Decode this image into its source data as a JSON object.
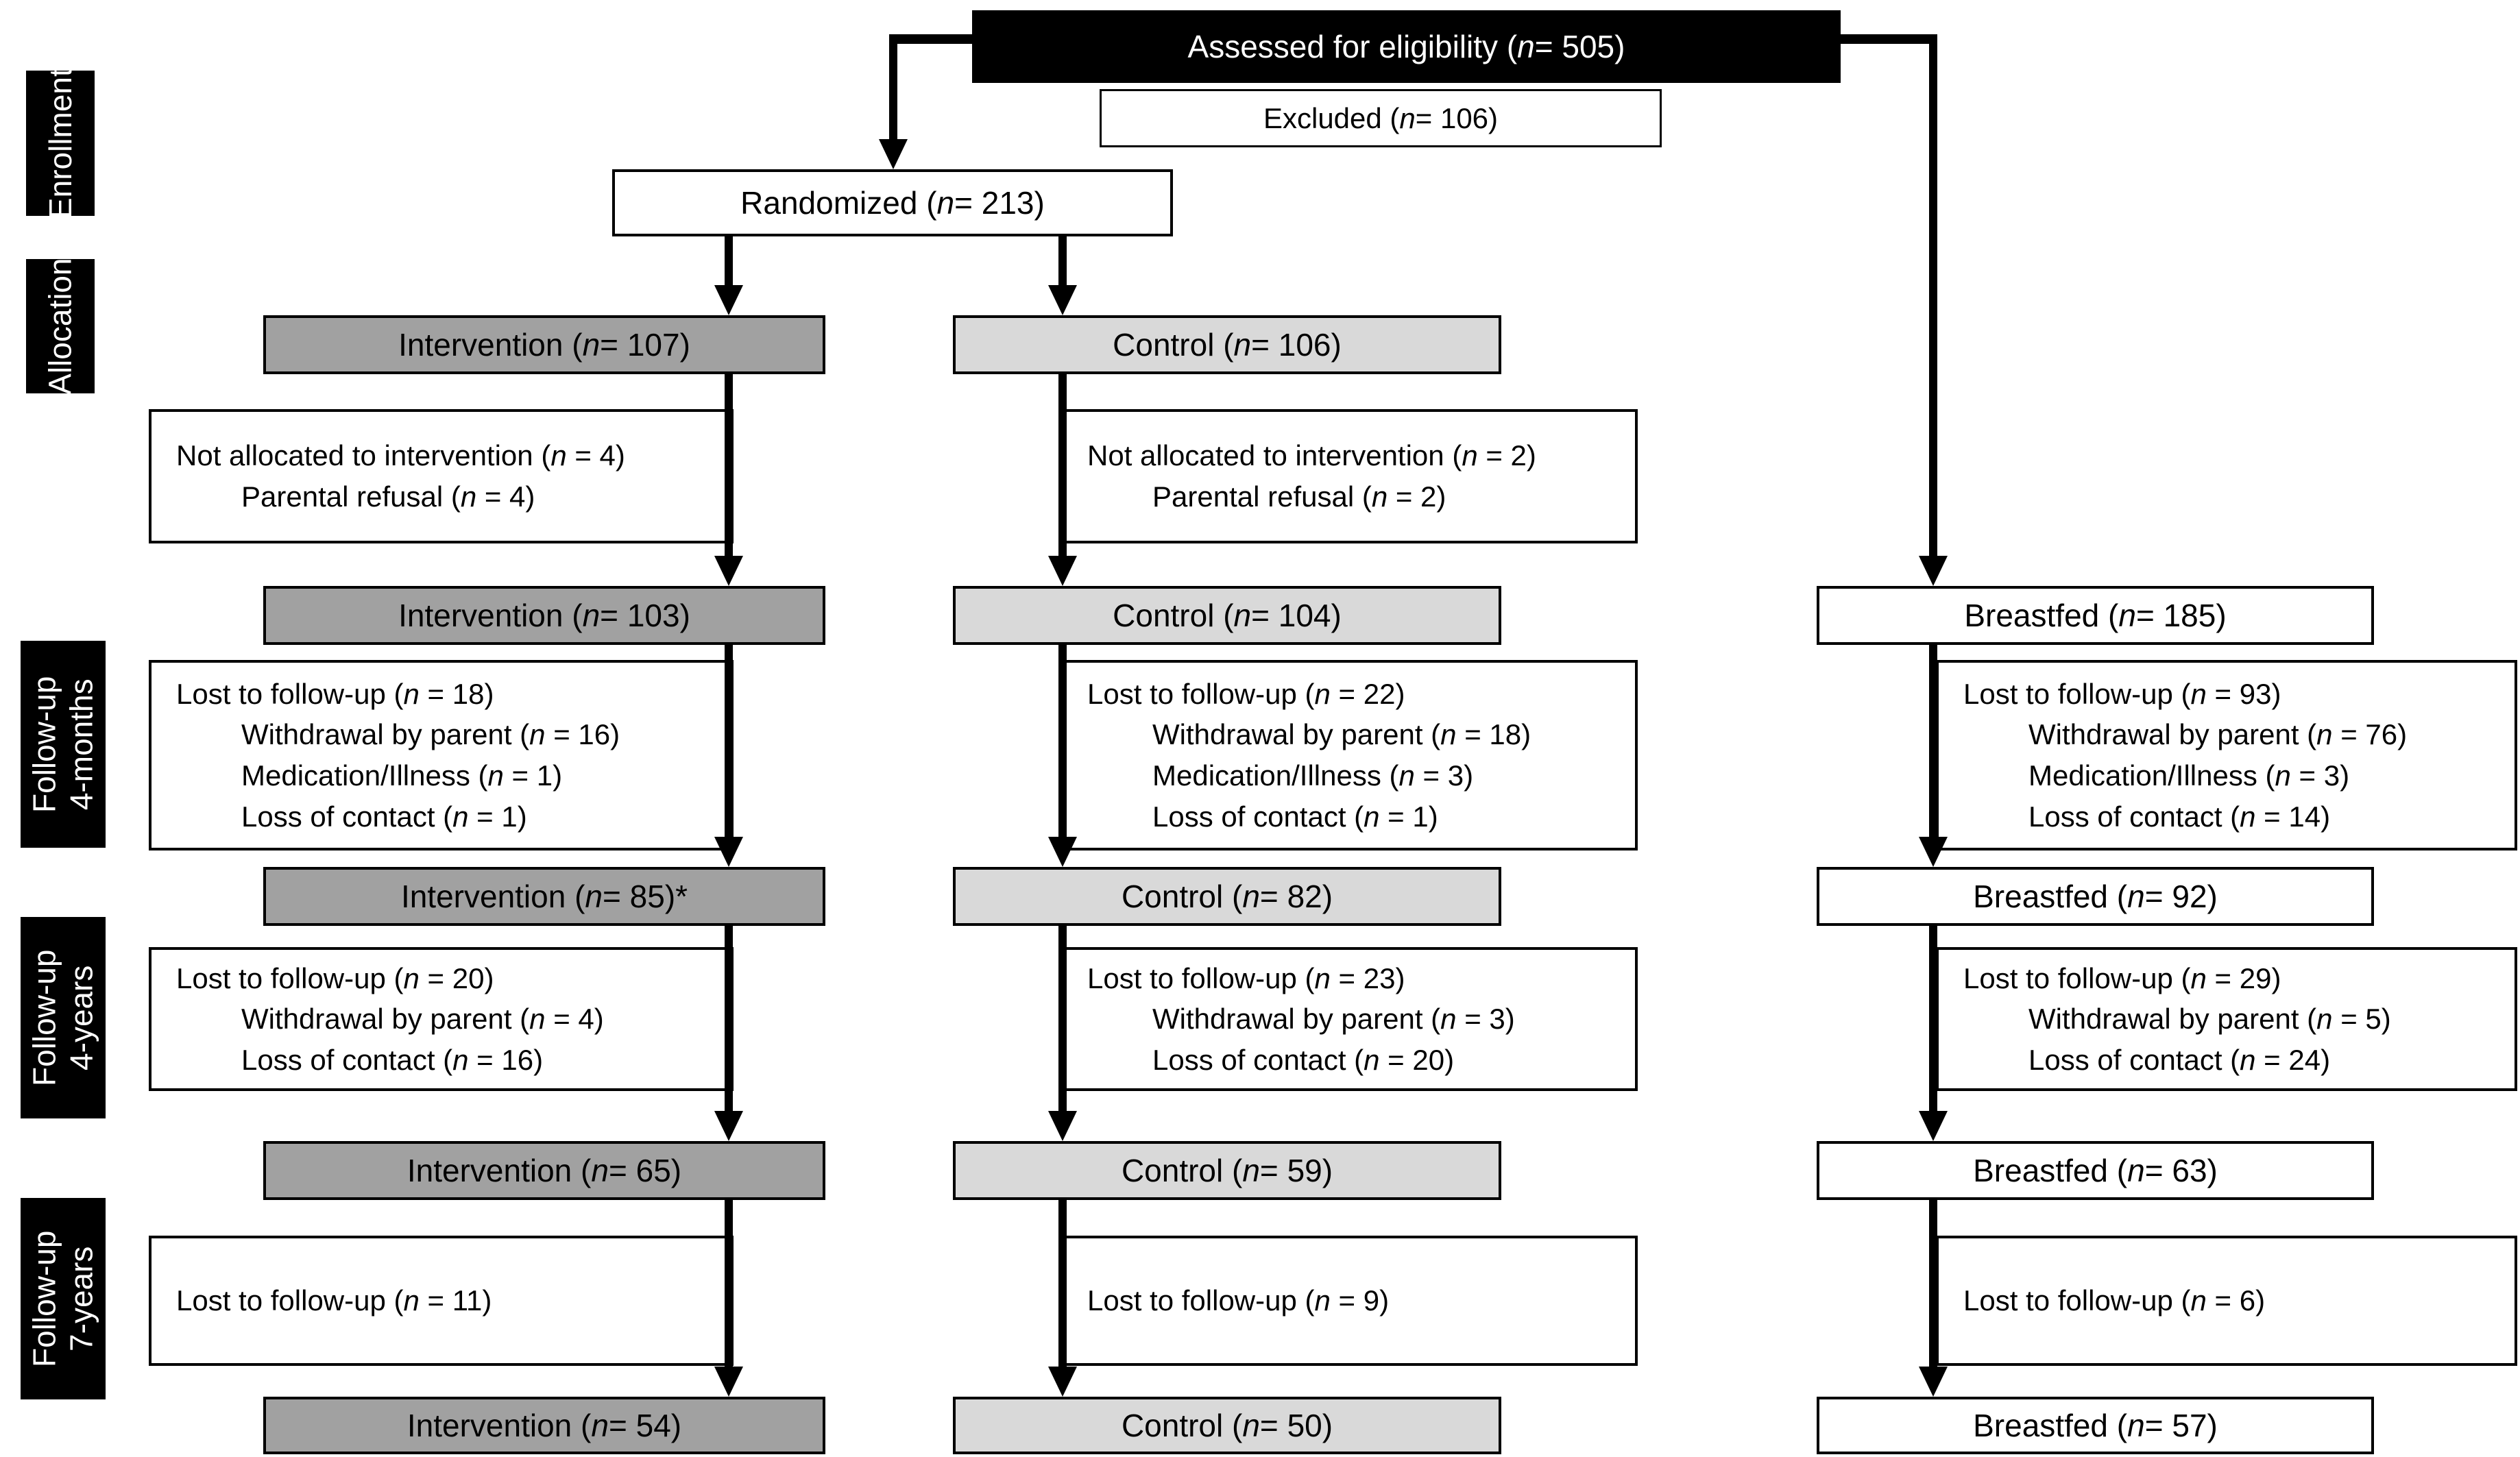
{
  "figure": {
    "kind": "participant-flow-diagram",
    "stages": [
      {
        "line1": "Enrollment",
        "line2": ""
      },
      {
        "line1": "Allocation",
        "line2": ""
      },
      {
        "line1": "Follow-up",
        "line2": "4-months"
      },
      {
        "line1": "Follow-up",
        "line2": "4-years"
      },
      {
        "line1": "Follow-up",
        "line2": "7-years"
      }
    ],
    "enrollment": {
      "assessed": "Assessed for eligibility (n = 505)",
      "excluded": "Excluded (n = 106)",
      "randomized": "Randomized (n = 213)"
    },
    "intervention": {
      "allocated": "Intervention (n = 107)",
      "not_allocated": [
        "Not allocated to intervention  (n = 4)",
        "Parental refusal (n = 4)"
      ],
      "after_allocation": "Intervention (n = 103)",
      "lost_4m": [
        "Lost to follow-up  (n = 18)",
        "Withdrawal by parent (n = 16)",
        "Medication/Illness  (n = 1)",
        "Loss of contact  (n = 1)"
      ],
      "after_4m": "Intervention (n = 85)*",
      "lost_4y": [
        "Lost to follow-up  (n = 20)",
        "Withdrawal by parent (n = 4)",
        "Loss of contact  (n = 16)"
      ],
      "after_4y": "Intervention (n = 65)",
      "lost_7y": [
        "Lost to follow-up  (n = 11)"
      ],
      "after_7y": "Intervention (n = 54)"
    },
    "control": {
      "allocated": "Control (n = 106)",
      "not_allocated": [
        "Not allocated to intervention  (n = 2)",
        "Parental refusal (n = 2)"
      ],
      "after_allocation": "Control (n = 104)",
      "lost_4m": [
        "Lost to follow-up  (n = 22)",
        "Withdrawal by parent (n = 18)",
        "Medication/Illness  (n = 3)",
        "Loss of contact  (n = 1)"
      ],
      "after_4m": "Control (n = 82)",
      "lost_4y": [
        "Lost to follow-up  (n = 23)",
        "Withdrawal by parent (n = 3)",
        "Loss of contact  (n = 20)"
      ],
      "after_4y": "Control (n = 59)",
      "lost_7y": [
        "Lost to follow-up  (n = 9)"
      ],
      "after_7y": "Control (n = 50)"
    },
    "breastfed": {
      "entered": "Breastfed (n = 185)",
      "lost_4m": [
        "Lost to follow-up  (n = 93)",
        "Withdrawal by parent (n = 76)",
        "Medication/Illness  (n = 3)",
        "Loss of contact  (n = 14)"
      ],
      "after_4m": "Breastfed (n = 92)",
      "lost_4y": [
        "Lost to follow-up  (n = 29)",
        "Withdrawal by parent (n = 5)",
        "Loss of contact  (n = 24)"
      ],
      "after_4y": "Breastfed (n = 63)",
      "lost_7y": [
        "Lost to follow-up  (n = 6)"
      ],
      "after_7y": "Breastfed (n = 57)"
    },
    "colors": {
      "intervention_fill": "#a1a1a1",
      "control_fill": "#d9d9d9",
      "breastfed_fill": "#ffffff",
      "stage_fill": "#000000",
      "stage_text": "#ffffff",
      "line": "#000000"
    }
  }
}
